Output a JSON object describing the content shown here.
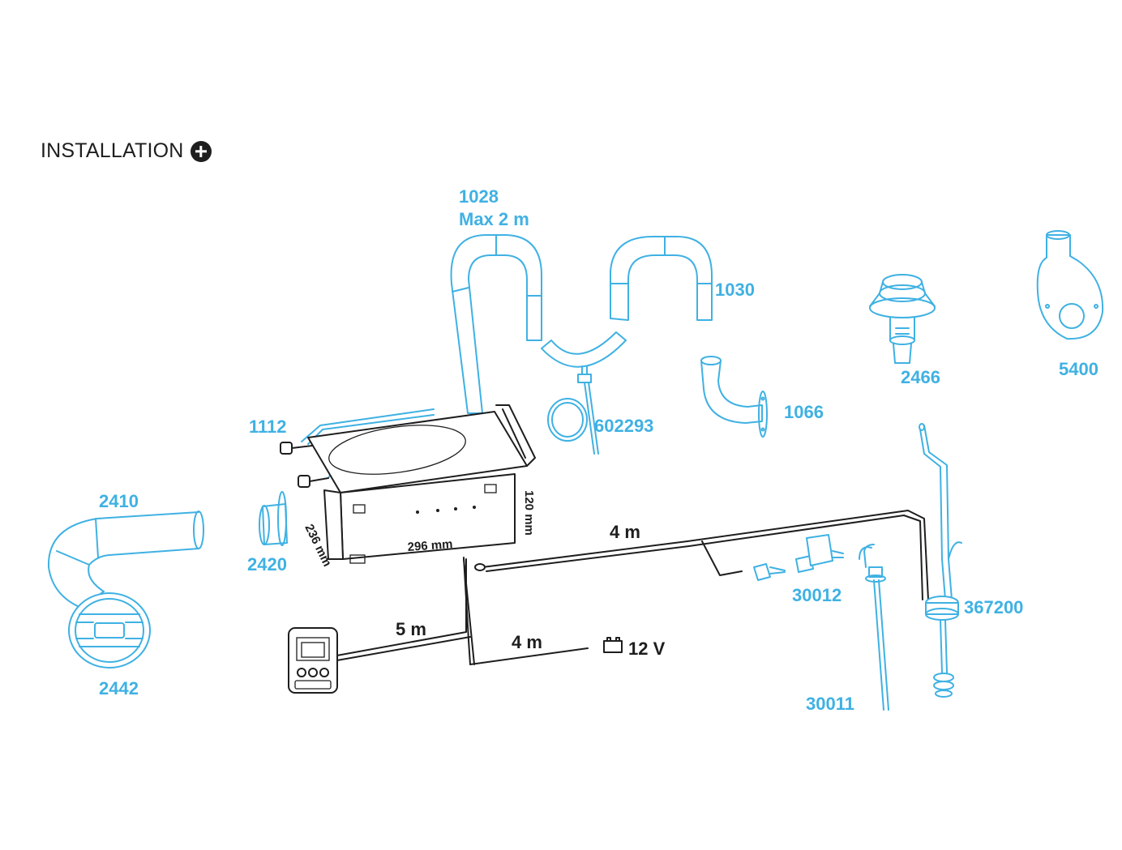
{
  "header": {
    "title": "INSTALLATION",
    "expand_icon": "plus-circle-icon"
  },
  "colors": {
    "part_label": "#3fb1e3",
    "line_art": "#1e1e1e",
    "background": "#ffffff"
  },
  "parts": [
    {
      "id": "part-1028",
      "number": "1028",
      "note": "Max 2 m"
    },
    {
      "id": "part-1030",
      "number": "1030"
    },
    {
      "id": "part-2466",
      "number": "2466"
    },
    {
      "id": "part-5400",
      "number": "5400"
    },
    {
      "id": "part-602293",
      "number": "602293"
    },
    {
      "id": "part-1066",
      "number": "1066"
    },
    {
      "id": "part-1112",
      "number": "1112"
    },
    {
      "id": "part-2410",
      "number": "2410"
    },
    {
      "id": "part-2420",
      "number": "2420"
    },
    {
      "id": "part-2442",
      "number": "2442"
    },
    {
      "id": "part-30012",
      "number": "30012"
    },
    {
      "id": "part-367200",
      "number": "367200"
    },
    {
      "id": "part-30011",
      "number": "30011"
    }
  ],
  "dimensions": {
    "width": "296 mm",
    "depth": "236 mm",
    "height": "120 mm"
  },
  "cables": {
    "fuel_line": "4 m",
    "control_cable": "5 m",
    "power_cable": "4 m",
    "voltage": "12 V"
  }
}
